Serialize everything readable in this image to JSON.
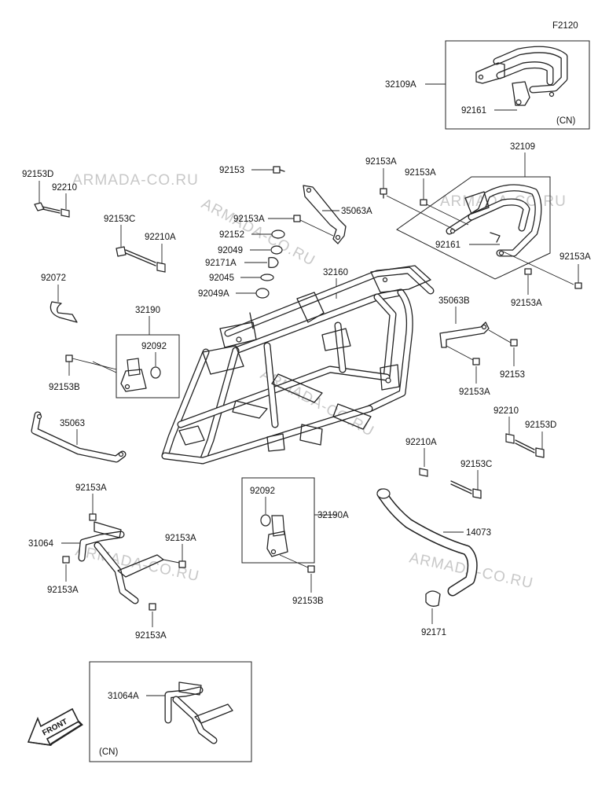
{
  "diagram_code": "F2120",
  "watermark": "ARMADA-CO.RU",
  "region_marker": "(CN)",
  "front_arrow": {
    "label": "FRONT",
    "icon": "front-direction-arrow-icon"
  },
  "parts": {
    "p32109A": "32109A",
    "p92161_cn": "92161",
    "p32109": "32109",
    "p92153A_r1": "92153A",
    "p92153A_r2": "92153A",
    "p92161": "92161",
    "p92153A_r3": "92153A",
    "p92153A_r4": "92153A",
    "p92153_top": "92153",
    "p35063A": "35063A",
    "p92153A_top": "92153A",
    "p92152": "92152",
    "p92049": "92049",
    "p92171A": "92171A",
    "p92045": "92045",
    "p92049A": "92049A",
    "p32160": "32160",
    "p92153D_l": "92153D",
    "p92210_l": "92210",
    "p92153C_l": "92153C",
    "p92210A_l": "92210A",
    "p92072": "92072",
    "p32190": "32190",
    "p92092_l": "92092",
    "p92153B_l": "92153B",
    "p35063B": "35063B",
    "p92153_r": "92153",
    "p92153A_mr": "92153A",
    "p92210_r": "92210",
    "p92153D_r": "92153D",
    "p92210A_r": "92210A",
    "p92153C_r": "92153C",
    "p35063": "35063",
    "p92153A_bl1": "92153A",
    "p31064": "31064",
    "p92153A_bl2": "92153A",
    "p92153A_bl3": "92153A",
    "p92153A_bl4": "92153A",
    "p92092_c": "92092",
    "p32190A": "32190A",
    "p92153B_c": "92153B",
    "p14073": "14073",
    "p92171": "92171",
    "p31064A": "31064A"
  }
}
